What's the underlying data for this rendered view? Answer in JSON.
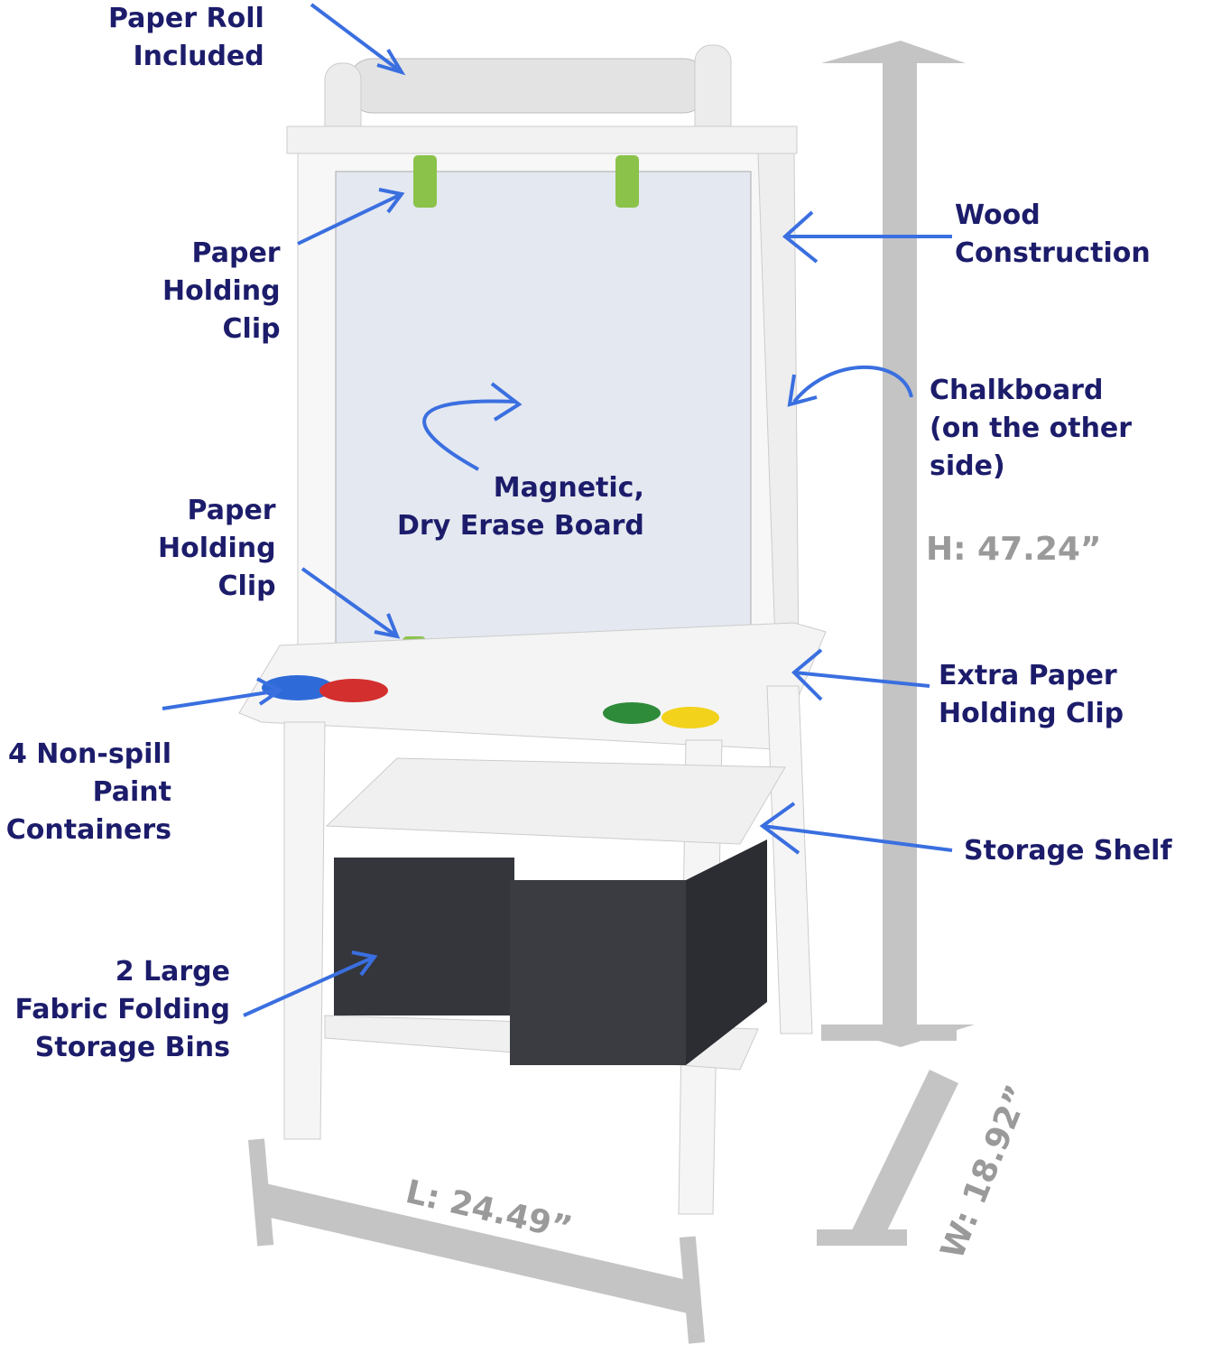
{
  "labels": {
    "paper_roll": "Paper Roll\nIncluded",
    "paper_clip_top": "Paper\nHolding\nClip",
    "wood": "Wood\nConstruction",
    "chalkboard": "Chalkboard\n(on the other side)",
    "magnetic": "Magnetic,\nDry Erase Board",
    "paper_clip_bottom": "Paper\nHolding\nClip",
    "extra_clip": "Extra Paper\nHolding Clip",
    "paint": "4 Non-spill\nPaint\nContainers",
    "storage_shelf": "Storage Shelf",
    "bins": "2 Large\nFabric Folding\nStorage Bins"
  },
  "dimensions": {
    "height": "H: 47.24”",
    "length": "L: 24.49”",
    "width": "W: 18.92”"
  },
  "colors": {
    "text": "#1c1c6b",
    "dimension": "#9a9a9a",
    "arrow": "#3a6fe0",
    "clip": "#8bc34a"
  }
}
